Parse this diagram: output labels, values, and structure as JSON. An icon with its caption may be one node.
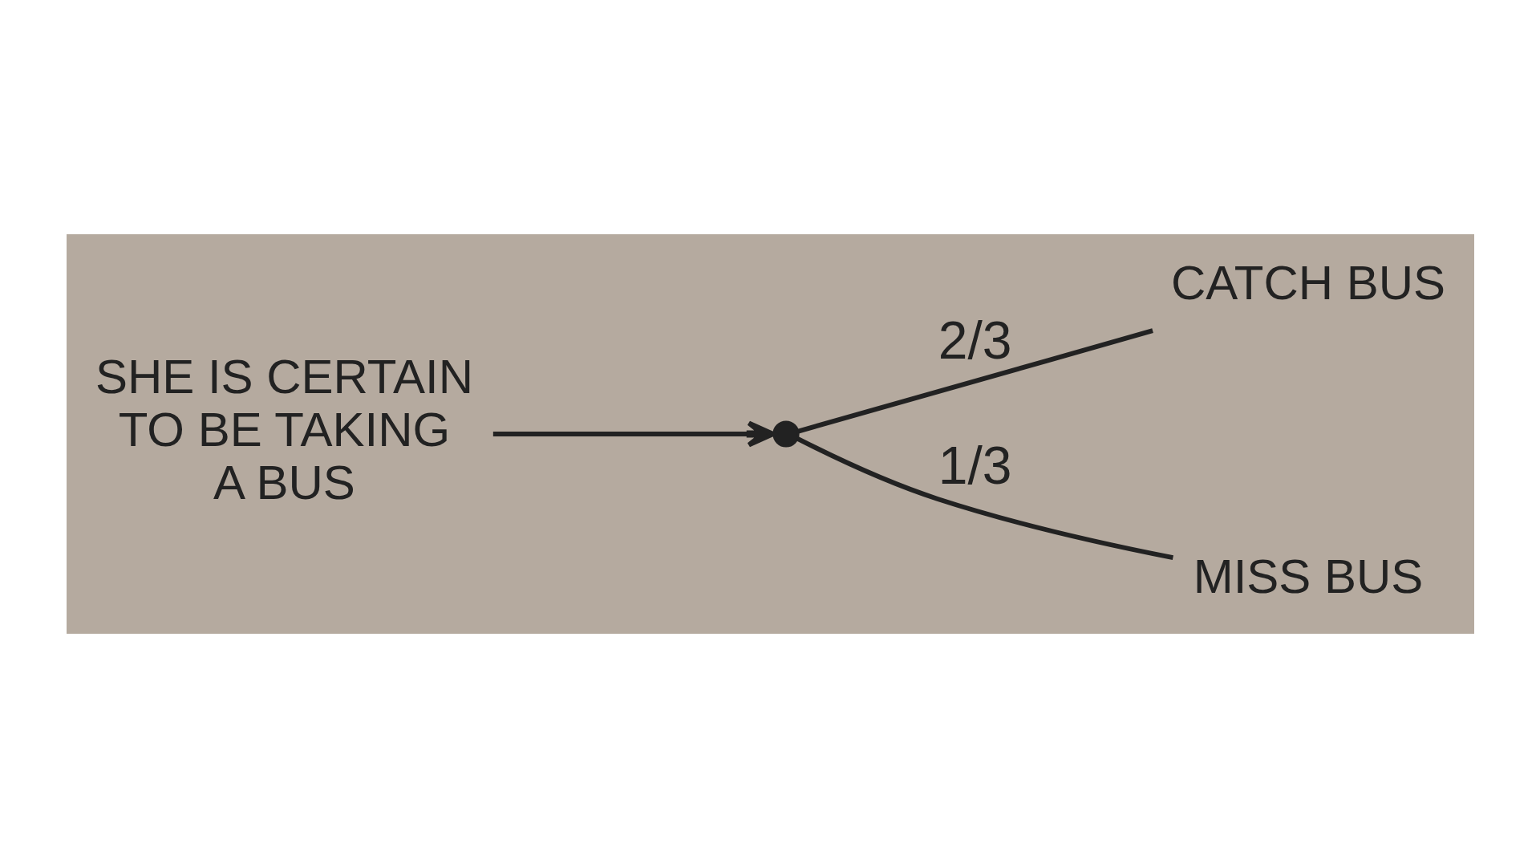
{
  "diagram": {
    "nodes": [
      {
        "text": [
          "SHE IS CERTAIN TO BE TAKING A BUS"
        ]
      },
      {
        "text": [],
        "shape": "circle"
      },
      {
        "text": [
          "CATCH BUS"
        ]
      },
      {
        "text": [
          "MISS BUS"
        ]
      }
    ],
    "edges": [
      {
        "from": 0,
        "to": 1,
        "arrow": "to"
      },
      {
        "from": 1,
        "to": 2,
        "arrow": "none",
        "label": "2/3"
      },
      {
        "from": 1,
        "to": 3,
        "arrow": "none",
        "label": "1/3"
      }
    ]
  }
}
